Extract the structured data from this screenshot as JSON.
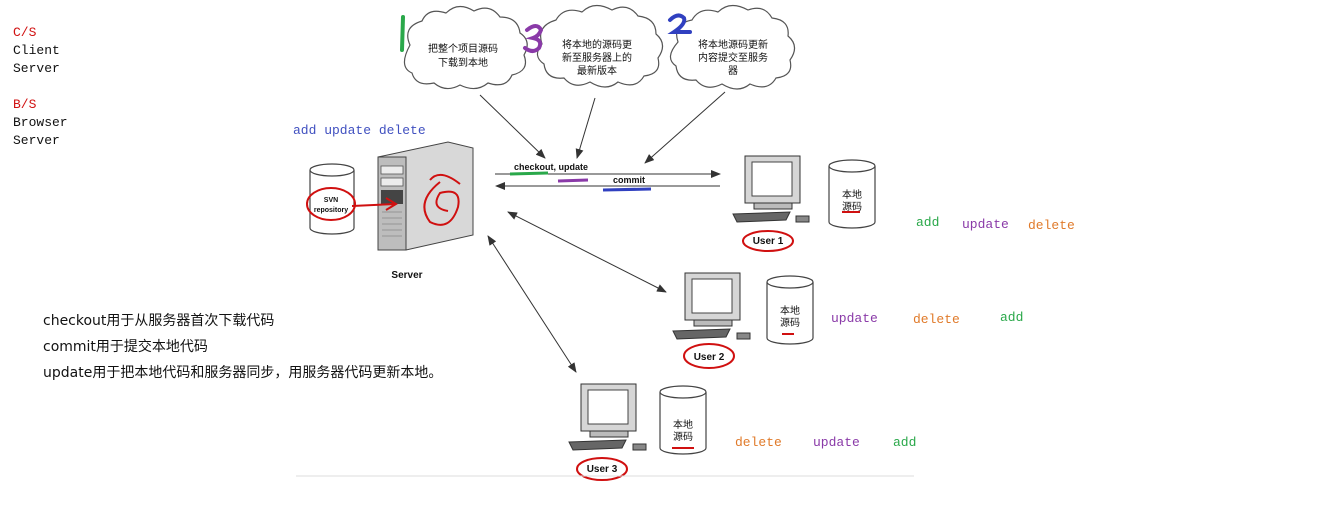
{
  "legend_cs": {
    "title": "C/S",
    "line1": "Client",
    "line2": "Server"
  },
  "legend_bs": {
    "title": "B/S",
    "line1": "Browser",
    "line2": "Server"
  },
  "server_ops": "add update delete",
  "clouds": [
    {
      "num": "1",
      "line1": "把整个项目源码",
      "line2": "下载到本地"
    },
    {
      "num": "3",
      "line1": "将本地的源码更",
      "line2": "新至服务器上的",
      "line3": "最新版本"
    },
    {
      "num": "2",
      "line1": "将本地源码更新",
      "line2": "内容提交至服务",
      "line3": "器"
    }
  ],
  "server": {
    "label": "Server",
    "repo_line1": "SVN",
    "repo_line2": "repository"
  },
  "arrows": {
    "checkout": "checkout, update",
    "commit": "commit"
  },
  "clients": [
    {
      "label": "User 1",
      "db_line1": "本地",
      "db_line2": "源码",
      "ops": [
        "add",
        "update",
        "delete"
      ]
    },
    {
      "label": "User 2",
      "db_line1": "本地",
      "db_line2": "源码",
      "ops": [
        "update",
        "delete",
        "add"
      ]
    },
    {
      "label": "User 3",
      "db_line1": "本地",
      "db_line2": "源码",
      "ops": [
        "delete",
        "update",
        "add"
      ]
    }
  ],
  "notes": [
    "checkout用于从服务器首次下载代码",
    "commit用于提交本地代码",
    "update用于把本地代码和服务器同步，用服务器代码更新本地。"
  ],
  "colors": {
    "annotation_red": "#d01010",
    "green": "#2aa84a",
    "purple": "#8a3aa8",
    "blue": "#3040c0",
    "orange": "#e07a2a"
  }
}
